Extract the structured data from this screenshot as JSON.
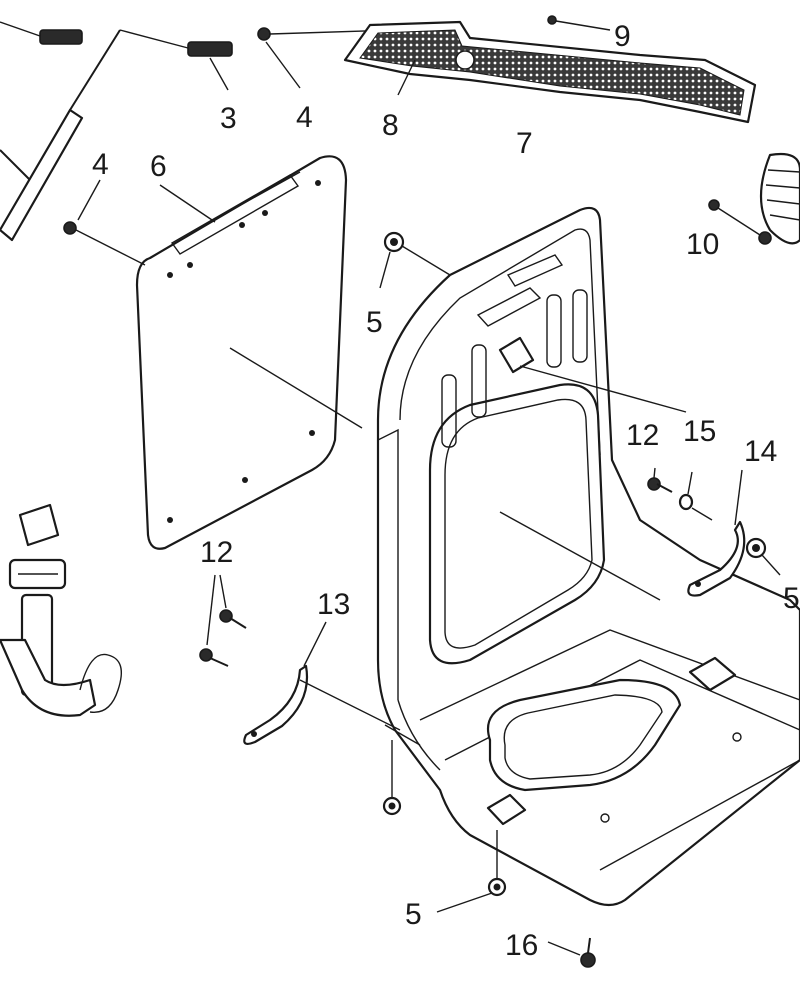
{
  "diagram": {
    "callouts": [
      {
        "id": "c3",
        "text": "3"
      },
      {
        "id": "c4a",
        "text": "4"
      },
      {
        "id": "c8",
        "text": "8"
      },
      {
        "id": "c9",
        "text": "9"
      },
      {
        "id": "c4b",
        "text": "4"
      },
      {
        "id": "c6",
        "text": "6"
      },
      {
        "id": "c7",
        "text": "7"
      },
      {
        "id": "c10",
        "text": "10"
      },
      {
        "id": "c5a",
        "text": "5"
      },
      {
        "id": "c12a",
        "text": "12"
      },
      {
        "id": "c15",
        "text": "15"
      },
      {
        "id": "c14",
        "text": "14"
      },
      {
        "id": "c5b",
        "text": "5"
      },
      {
        "id": "c12b",
        "text": "12"
      },
      {
        "id": "c13",
        "text": "13"
      },
      {
        "id": "c5c",
        "text": "5"
      },
      {
        "id": "c16",
        "text": "16"
      }
    ]
  }
}
